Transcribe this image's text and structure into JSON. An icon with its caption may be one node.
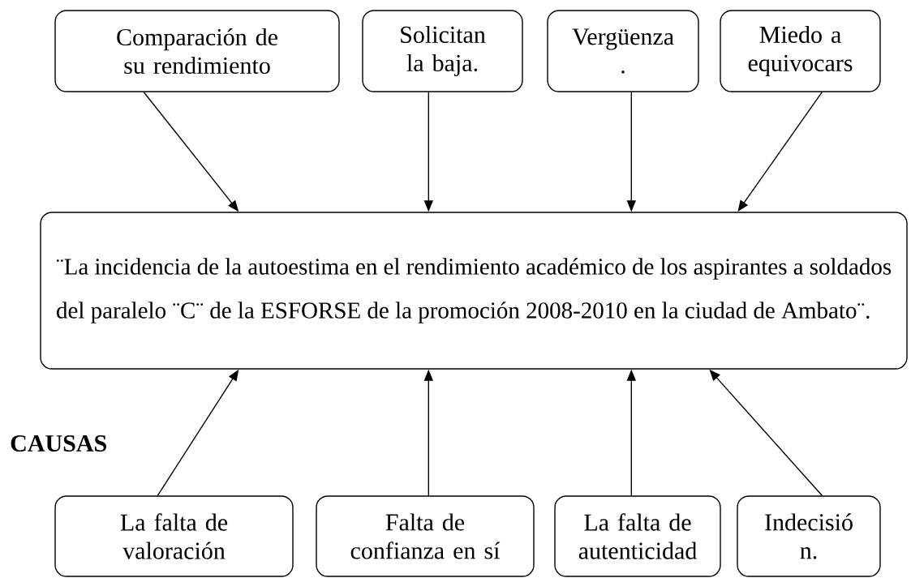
{
  "diagram": {
    "nodes": [
      {
        "text": [
          "Comparación de su rendimiento"
        ]
      },
      {
        "text": [
          "Solicitan la baja."
        ]
      },
      {
        "text": [
          "Vergüenza ."
        ]
      },
      {
        "text": [
          "Miedo a equivocars"
        ]
      },
      {
        "text": [
          "¨La incidencia de la autoestima en el rendimiento académico de los aspirantes a soldados del paralelo ¨C¨ de la ESFORSE de la promoción 2008-2010 en la ciudad de Ambato¨."
        ]
      },
      {
        "text": [
          "La falta de valoración"
        ]
      },
      {
        "text": [
          "Falta de confianza en sí"
        ]
      },
      {
        "text": [
          "La falta de autenticidad"
        ]
      },
      {
        "text": [
          "Indecisió n."
        ]
      }
    ],
    "edges": [
      {
        "from": 0,
        "to": 4,
        "arrow": "to"
      },
      {
        "from": 1,
        "to": 4,
        "arrow": "to"
      },
      {
        "from": 2,
        "to": 4,
        "arrow": "to"
      },
      {
        "from": 3,
        "to": 4,
        "arrow": "to"
      },
      {
        "from": 5,
        "to": 4,
        "arrow": "to"
      },
      {
        "from": 6,
        "to": 4,
        "arrow": "to"
      },
      {
        "from": 7,
        "to": 4,
        "arrow": "to"
      },
      {
        "from": 8,
        "to": 4,
        "arrow": "to"
      }
    ],
    "labels": [
      "**CAUSAS**"
    ]
  }
}
